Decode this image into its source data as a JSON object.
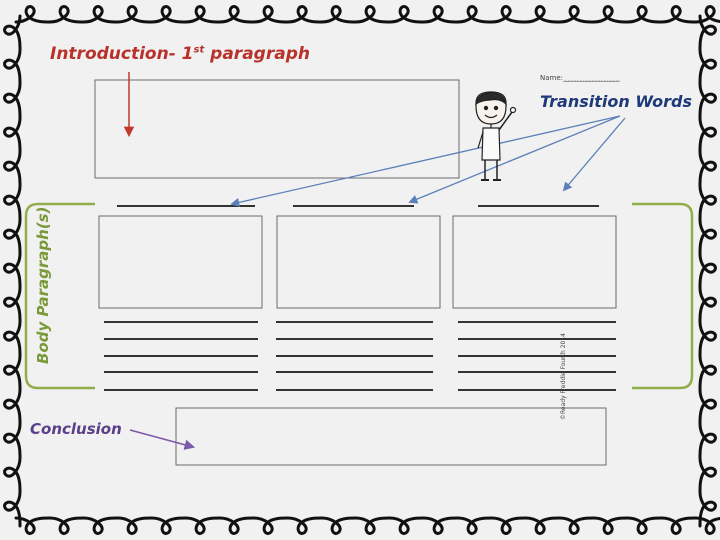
{
  "labels": {
    "intro": "Introduction- 1",
    "intro_sup": "st",
    "intro_rest": " paragraph",
    "transition": "Transition Words",
    "body": "Body Paragraph(s)",
    "conclusion": "Conclusion",
    "name": "Name:________________",
    "copyright": "©Ready Freddie Fourth 2014"
  },
  "colors": {
    "intro": "#b8322c",
    "transition": "#1f3a78",
    "body": "#7a9a3a",
    "conclusion": "#5b3f8a",
    "arrow": "#5b80b8",
    "box": "#6b6b6b"
  },
  "icons": {
    "border": "loop-border-icon",
    "kid": "waving-boy-icon"
  }
}
